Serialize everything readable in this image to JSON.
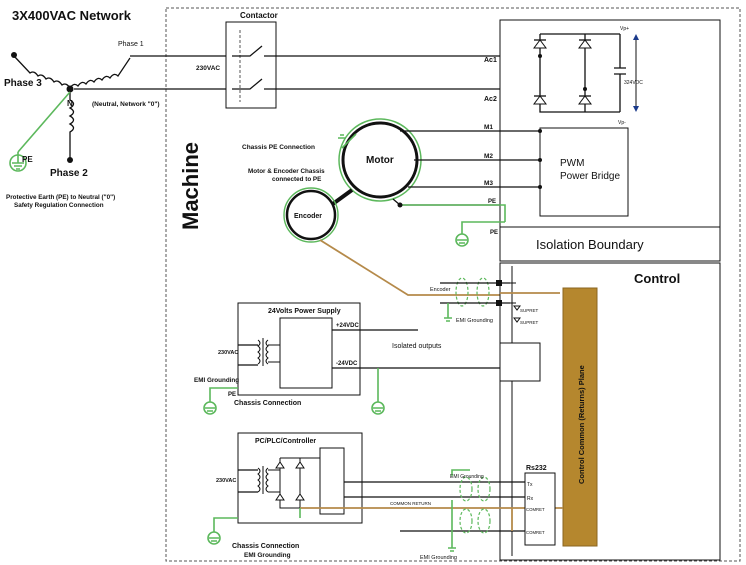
{
  "labels": {
    "network": "3X400VAC Network",
    "phase1": "Phase 1",
    "phase2": "Phase 2",
    "phase3": "Phase 3",
    "neutral": "N",
    "neutral_desc": "(Neutral, Network \"0\")",
    "pe": "PE",
    "pe_note_1": "Protective Earth (PE) to Neutral (\"0\")",
    "pe_note_2": "Safety Regulation Connection",
    "contactor": "Contactor",
    "contactor_voltage": "230VAC",
    "machine": "Machine",
    "chassis_pe": "Chassis PE Connection",
    "motor": "Motor",
    "motor_encoder_1": "Motor & Encoder Chassis",
    "motor_encoder_2": "connected to PE",
    "encoder": "Encoder",
    "ac1": "Ac1",
    "ac2": "Ac2",
    "m1": "M1",
    "m2": "M2",
    "m3": "M3",
    "pe_motor": "PE",
    "pe_ground": "PE",
    "vp_plus": "Vp+",
    "vp_minus": "Vp-",
    "dc_voltage": "324VDC",
    "pwm_1": "PWM",
    "pwm_2": "Power Bridge",
    "isolation": "Isolation Boundary",
    "control": "Control",
    "encoder_cable": "Encoder",
    "emi_grounding": "EMI Grounding",
    "supret_1": "SUPRET",
    "supret_2": "SUPRET",
    "ps_title": "24Volts Power Supply",
    "ps_in": "230VAC",
    "ps_plus": "+24VDC",
    "ps_minus": "-24VDC",
    "isolated_outputs": "Isolated outputs",
    "emi_grounding_left": "EMI Grounding",
    "pe_ps": "PE",
    "chassis_connection": "Chassis Connection",
    "plc_title": "PC/PLC/Controller",
    "plc_in": "230VAC",
    "common_return": "COMMON RETURN",
    "chassis_connection_2": "Chassis Connection",
    "emi_grounding_2": "EMI Grounding",
    "emi_grounding_3": "EMI Grounding",
    "rs232": "Rs232",
    "tx": "Tx",
    "rx": "Rx",
    "comret_1": "COMRET",
    "comret_2": "COMRET",
    "plane": "Control Common (Returns) Plane"
  },
  "colors": {
    "ground": "#5cb85c",
    "encoder_cable": "#b58a4a",
    "plane": "#b5872e"
  }
}
